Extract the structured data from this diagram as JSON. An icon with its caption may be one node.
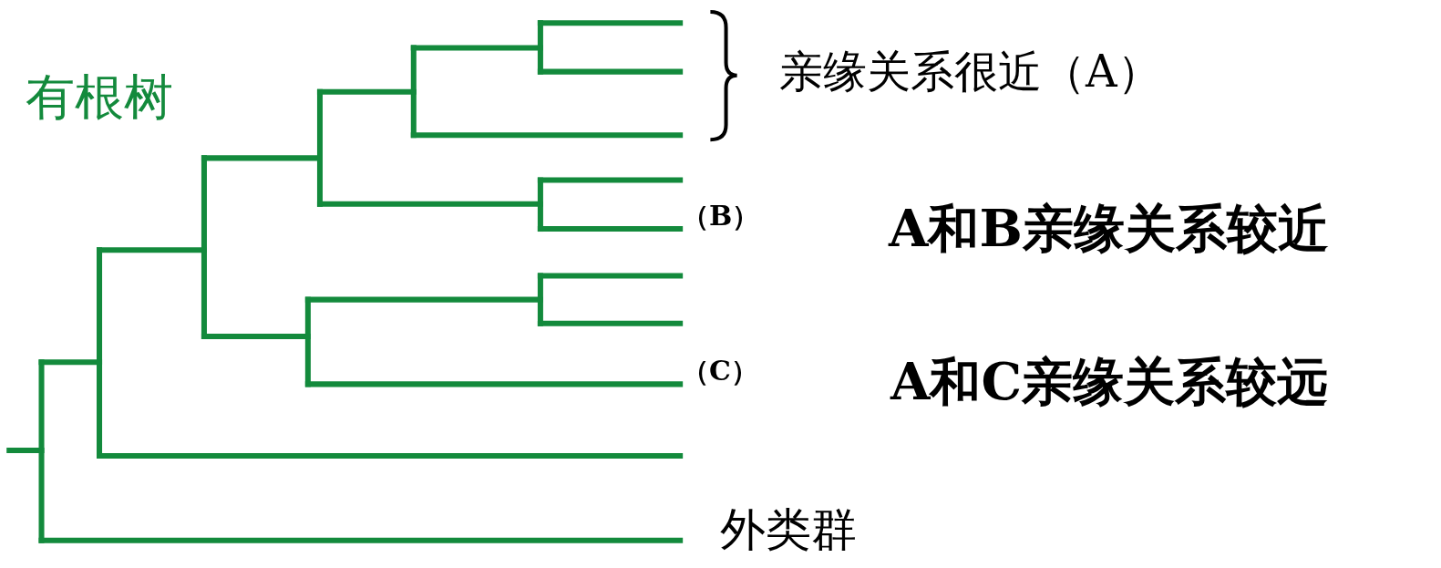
{
  "diagram": {
    "title": "有根树",
    "labels": [
      "亲缘关系很近（A）",
      "（B）",
      "A和B亲缘关系较近",
      "（C）",
      "A和C亲缘关系较远",
      "外类群"
    ]
  }
}
